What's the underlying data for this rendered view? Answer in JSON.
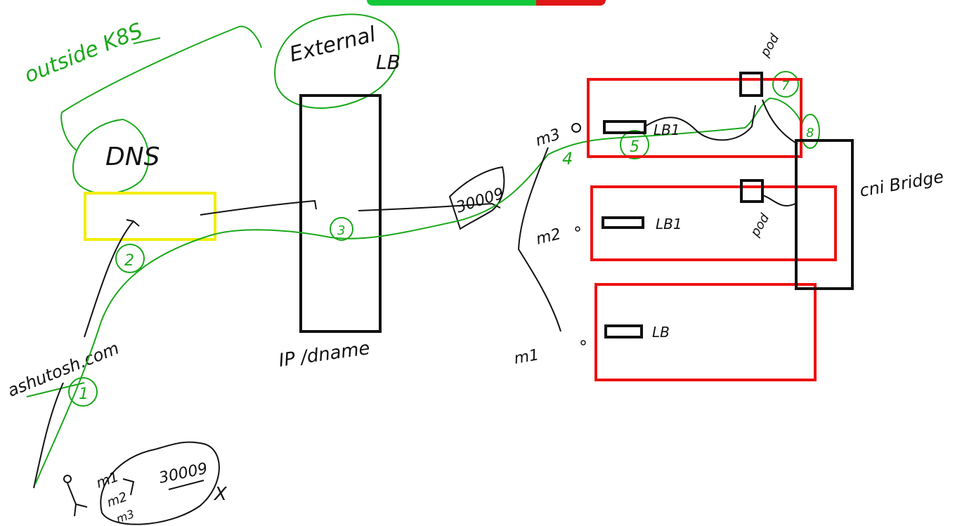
{
  "colors": {
    "ink_black": "#111111",
    "ink_green": "#1aa81a",
    "box_red": "#ee1111",
    "box_yellow": "#f2ee00",
    "topbar_green": "#12c93a",
    "topbar_red": "#e01717"
  },
  "labels": {
    "outside_k8s": "outside K8S",
    "dns": "DNS",
    "external_lb": "External LB",
    "ip_dname": "IP /dname",
    "domain": "ashutosh.com",
    "port_30009": "30009",
    "m3": "m3",
    "m2": "m2",
    "m1": "m1",
    "lb1_top": "LB1",
    "lb1_mid": "LB1",
    "lb_bottom": "LB",
    "pod_top": "pod",
    "pod_mid": "pod",
    "cni_bridge": "cni Bridge",
    "legend_m1": "m1",
    "legend_m2": "m2",
    "legend_m3": "m3",
    "legend_port": "30009",
    "legend_x": "X",
    "step1": "1",
    "step2": "2",
    "step3": "3",
    "step4": "4",
    "step5": "5",
    "step7": "7",
    "step8": "8"
  }
}
